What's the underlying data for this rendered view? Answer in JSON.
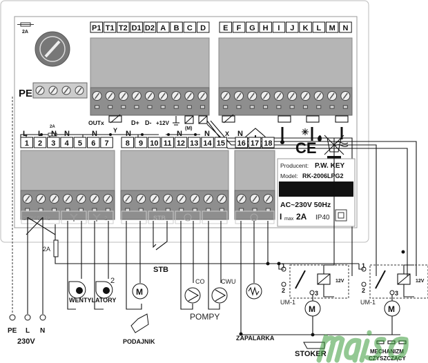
{
  "controller": {
    "fuse_label": "2A",
    "pe_label": "PE",
    "top_left_terminals": [
      "P1",
      "T1",
      "T2",
      "D1",
      "D2",
      "A",
      "B",
      "C",
      "D"
    ],
    "top_right_terminals": [
      "E",
      "F",
      "G",
      "H",
      "I",
      "J",
      "K",
      "L",
      "M",
      "N"
    ],
    "top_markings": {
      "outx": "OUTx",
      "y": "Y",
      "dplus": "D+",
      "dminus": "D-",
      "v12": "+12V",
      "m": "(M)",
      "x": "X"
    },
    "bottom_terminals_a": [
      "1",
      "2",
      "3",
      "4",
      "5",
      "6",
      "7"
    ],
    "bottom_terminals_b": [
      "8",
      "9",
      "10",
      "11",
      "12",
      "13",
      "14",
      "15"
    ],
    "bottom_terminals_c": [
      "16",
      "17",
      "18"
    ],
    "bottom_letters": {
      "l1": "L",
      "l2": "L",
      "n3": "N",
      "n4": "N",
      "n6": "N",
      "n8": "N",
      "n12": "N",
      "n14": "N",
      "n16": "N"
    },
    "inner_fuse": "2A",
    "output_labels": {
      "power": "230V 50Hz",
      "fan2": "2",
      "stb": "STB"
    },
    "info": {
      "producer_label": "Producent:",
      "producer": "P.W. KEY",
      "model_label": "Model:",
      "model": "RK-2006LPG2",
      "supply": "AC~230V 50Hz",
      "imax_label": "I",
      "imax_sub": "max",
      "imax": "2A",
      "ip": "IP40",
      "ce": "CE"
    }
  },
  "wiring": {
    "fuse": "2A",
    "stb": "STB",
    "mains": {
      "pe": "PE",
      "l": "L",
      "n": "N",
      "voltage": "230V"
    },
    "fans_label": "WENTYLATORY",
    "fan2_num": "2",
    "feeder_motor": "M",
    "feeder_label": "PODAJNIK",
    "pumps_label": "POMPY",
    "pump_co": "CO",
    "pump_cwu": "CWU",
    "igniter_label": "ZAPALARKA",
    "relay_label": "UM-1",
    "relay_voltage": "12V",
    "relay_pins": [
      "1",
      "2",
      "3"
    ],
    "motor": "M",
    "stoker_label": "STOKER",
    "cleaning_label_1": "MECHANIZM",
    "cleaning_label_2": "CZYSZCZĄCY"
  },
  "watermark": "maiso"
}
